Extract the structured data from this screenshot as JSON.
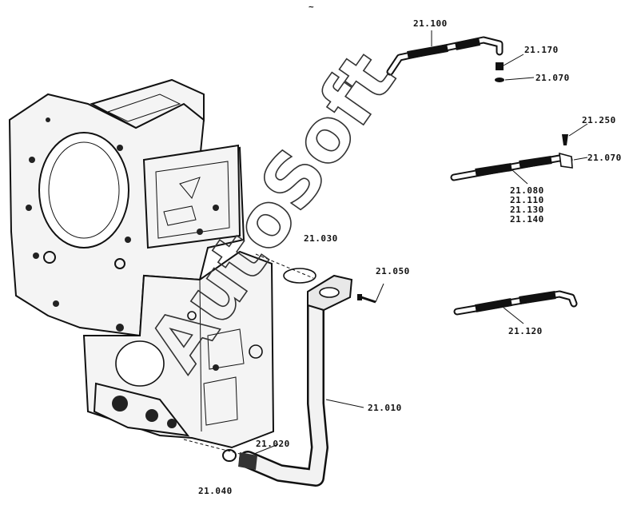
{
  "diagram": {
    "top_mark": "~",
    "watermark": "AutoSoft",
    "labels": {
      "p21100": "21.100",
      "p21170": "21.170",
      "p21070a": "21.070",
      "p21250": "21.250",
      "p21070b": "21.070",
      "p21080": "21.080",
      "p21110": "21.110",
      "p21130": "21.130",
      "p21140": "21.140",
      "p21030": "21.030",
      "p21050": "21.050",
      "p21120": "21.120",
      "p21010": "21.010",
      "p21020": "21.020",
      "p21040": "21.040"
    }
  }
}
